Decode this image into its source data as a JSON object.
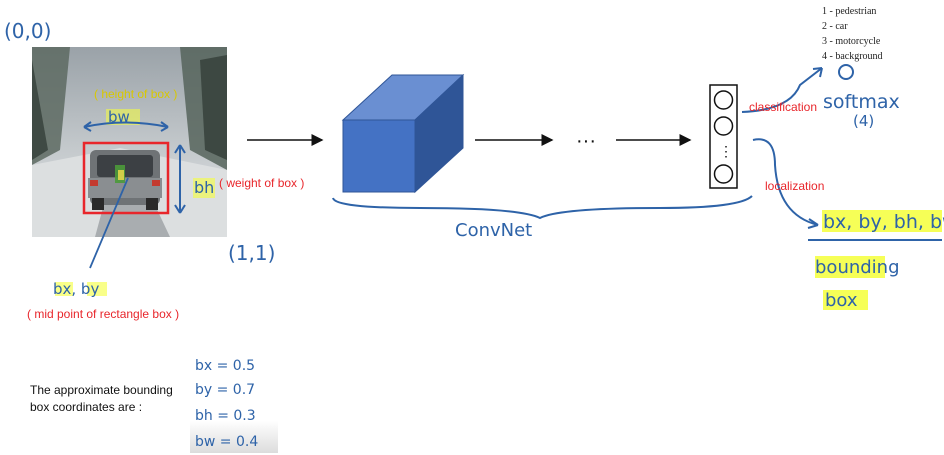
{
  "corner_labels": {
    "top_left": "(0,0)",
    "bottom_right": "(1,1)"
  },
  "class_list": [
    "1 -  pedestrian",
    "2 -  car",
    "3 -  motorcycle",
    "4 -  background"
  ],
  "annotations": {
    "height_of_box": "( height of box )",
    "bw_mark": "bw",
    "bh_mark": "bh",
    "weight_of_box": "( weight of box )",
    "bx_by_mark": "bx, by",
    "mid_point": "( mid point of rectangle box )"
  },
  "network": {
    "ellipsis": "···",
    "convnet_label": "ConvNet",
    "output_dots": "⋮"
  },
  "outputs": {
    "classification": "classification",
    "softmax": "softmax",
    "softmax_n": "(4)",
    "localization": "localization",
    "bbox_params": "bx, by, bh, bw",
    "bounding": "bounding",
    "box": "box"
  },
  "coords_caption": [
    "The approximate bounding",
    "box coordinates are :"
  ],
  "coords": [
    "bx = 0.5",
    "by = 0.7",
    "bh = 0.3",
    "bw = 0.4"
  ],
  "colors": {
    "ink": "#2e63a8",
    "highlight": "#f5ff3a",
    "red": "#e8262b",
    "cube_front": "#4472c4",
    "cube_side": "#2f5597",
    "cube_top": "#6a8fd2"
  }
}
